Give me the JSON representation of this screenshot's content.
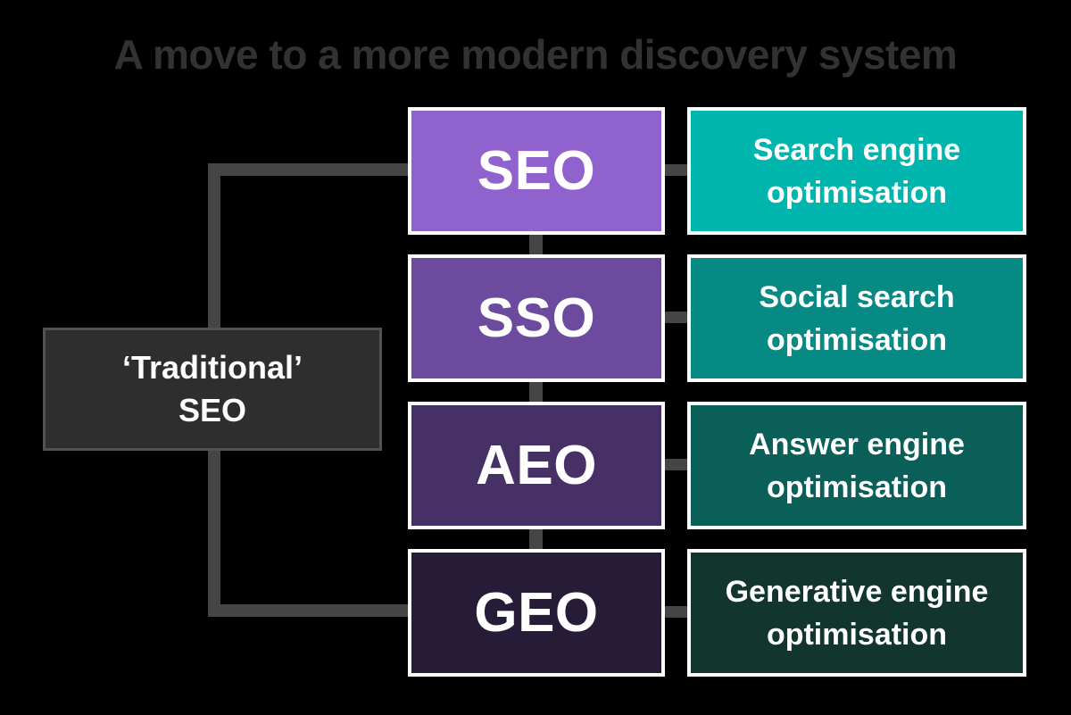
{
  "title": "A move to a more modern discovery system",
  "legacy_box": {
    "line1": "‘Traditional’",
    "line2": "SEO",
    "bg": "#2E2E2F",
    "border": "#525254"
  },
  "rows": [
    {
      "acronym": "SEO",
      "description": "Search engine optimisation",
      "desc_line1": "Search engine",
      "desc_line2": "optimisation",
      "acronym_bg": "#9062CE",
      "desc_bg": "#00B5AD"
    },
    {
      "acronym": "SSO",
      "description": "Social search optimisation",
      "desc_line1": "Social search",
      "desc_line2": "optimisation",
      "acronym_bg": "#6C4B9E",
      "desc_bg": "#088A84"
    },
    {
      "acronym": "AEO",
      "description": "Answer engine optimisation",
      "desc_line1": "Answer engine",
      "desc_line2": "optimisation",
      "acronym_bg": "#463066",
      "desc_bg": "#0A5F58"
    },
    {
      "acronym": "GEO",
      "description": "Generative engine optimisation",
      "desc_line1": "Generative engine",
      "desc_line2": "optimisation",
      "acronym_bg": "#261C38",
      "desc_bg": "#12362E"
    }
  ],
  "colors": {
    "background": "#000000",
    "title_text": "#313234",
    "connector": "#454547",
    "box_text": "#FFFFFF",
    "box_border_light": "#FFFFFF"
  }
}
